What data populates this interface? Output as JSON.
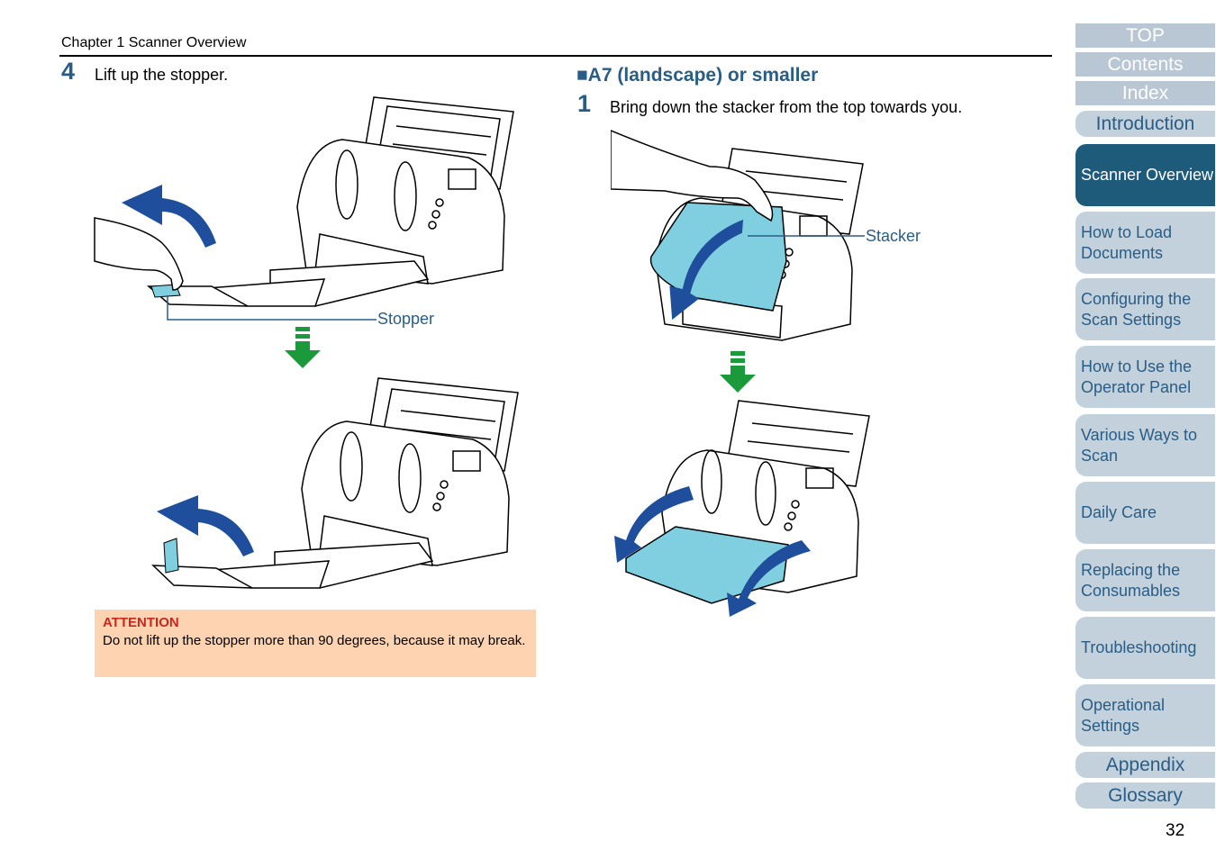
{
  "header": {
    "chapter": "Chapter 1 Scanner Overview"
  },
  "left": {
    "step_number": "4",
    "step_text": "Lift up the stopper.",
    "callout_stopper": "Stopper",
    "attention": {
      "title": "ATTENTION",
      "text": "Do not lift up the stopper more than 90 degrees, because it may break."
    }
  },
  "right": {
    "section_title": "■A7 (landscape) or smaller",
    "step_number": "1",
    "step_text": "Bring down the stacker from the top towards you.",
    "callout_stacker": "Stacker"
  },
  "nav": {
    "top": "TOP",
    "contents": "Contents",
    "index": "Index",
    "items": [
      "Introduction",
      "Scanner Overview",
      "How to Load Documents",
      "Configuring the Scan Settings",
      "How to Use the Operator Panel",
      "Various Ways to Scan",
      "Daily Care",
      "Replacing the Consumables",
      "Troubleshooting",
      "Operational Settings",
      "Appendix",
      "Glossary"
    ]
  },
  "colors": {
    "accent": "#2a5d86",
    "nav_tab": "#c2d1dc",
    "nav_active": "#1e5a7a",
    "attention_bg": "#fed3b2",
    "attention_title": "#c8281e",
    "stacker_fill": "#7fcfe0",
    "arrow_blue": "#1f4f9c",
    "arrow_green": "#1a9a3a"
  },
  "page_number": "32"
}
